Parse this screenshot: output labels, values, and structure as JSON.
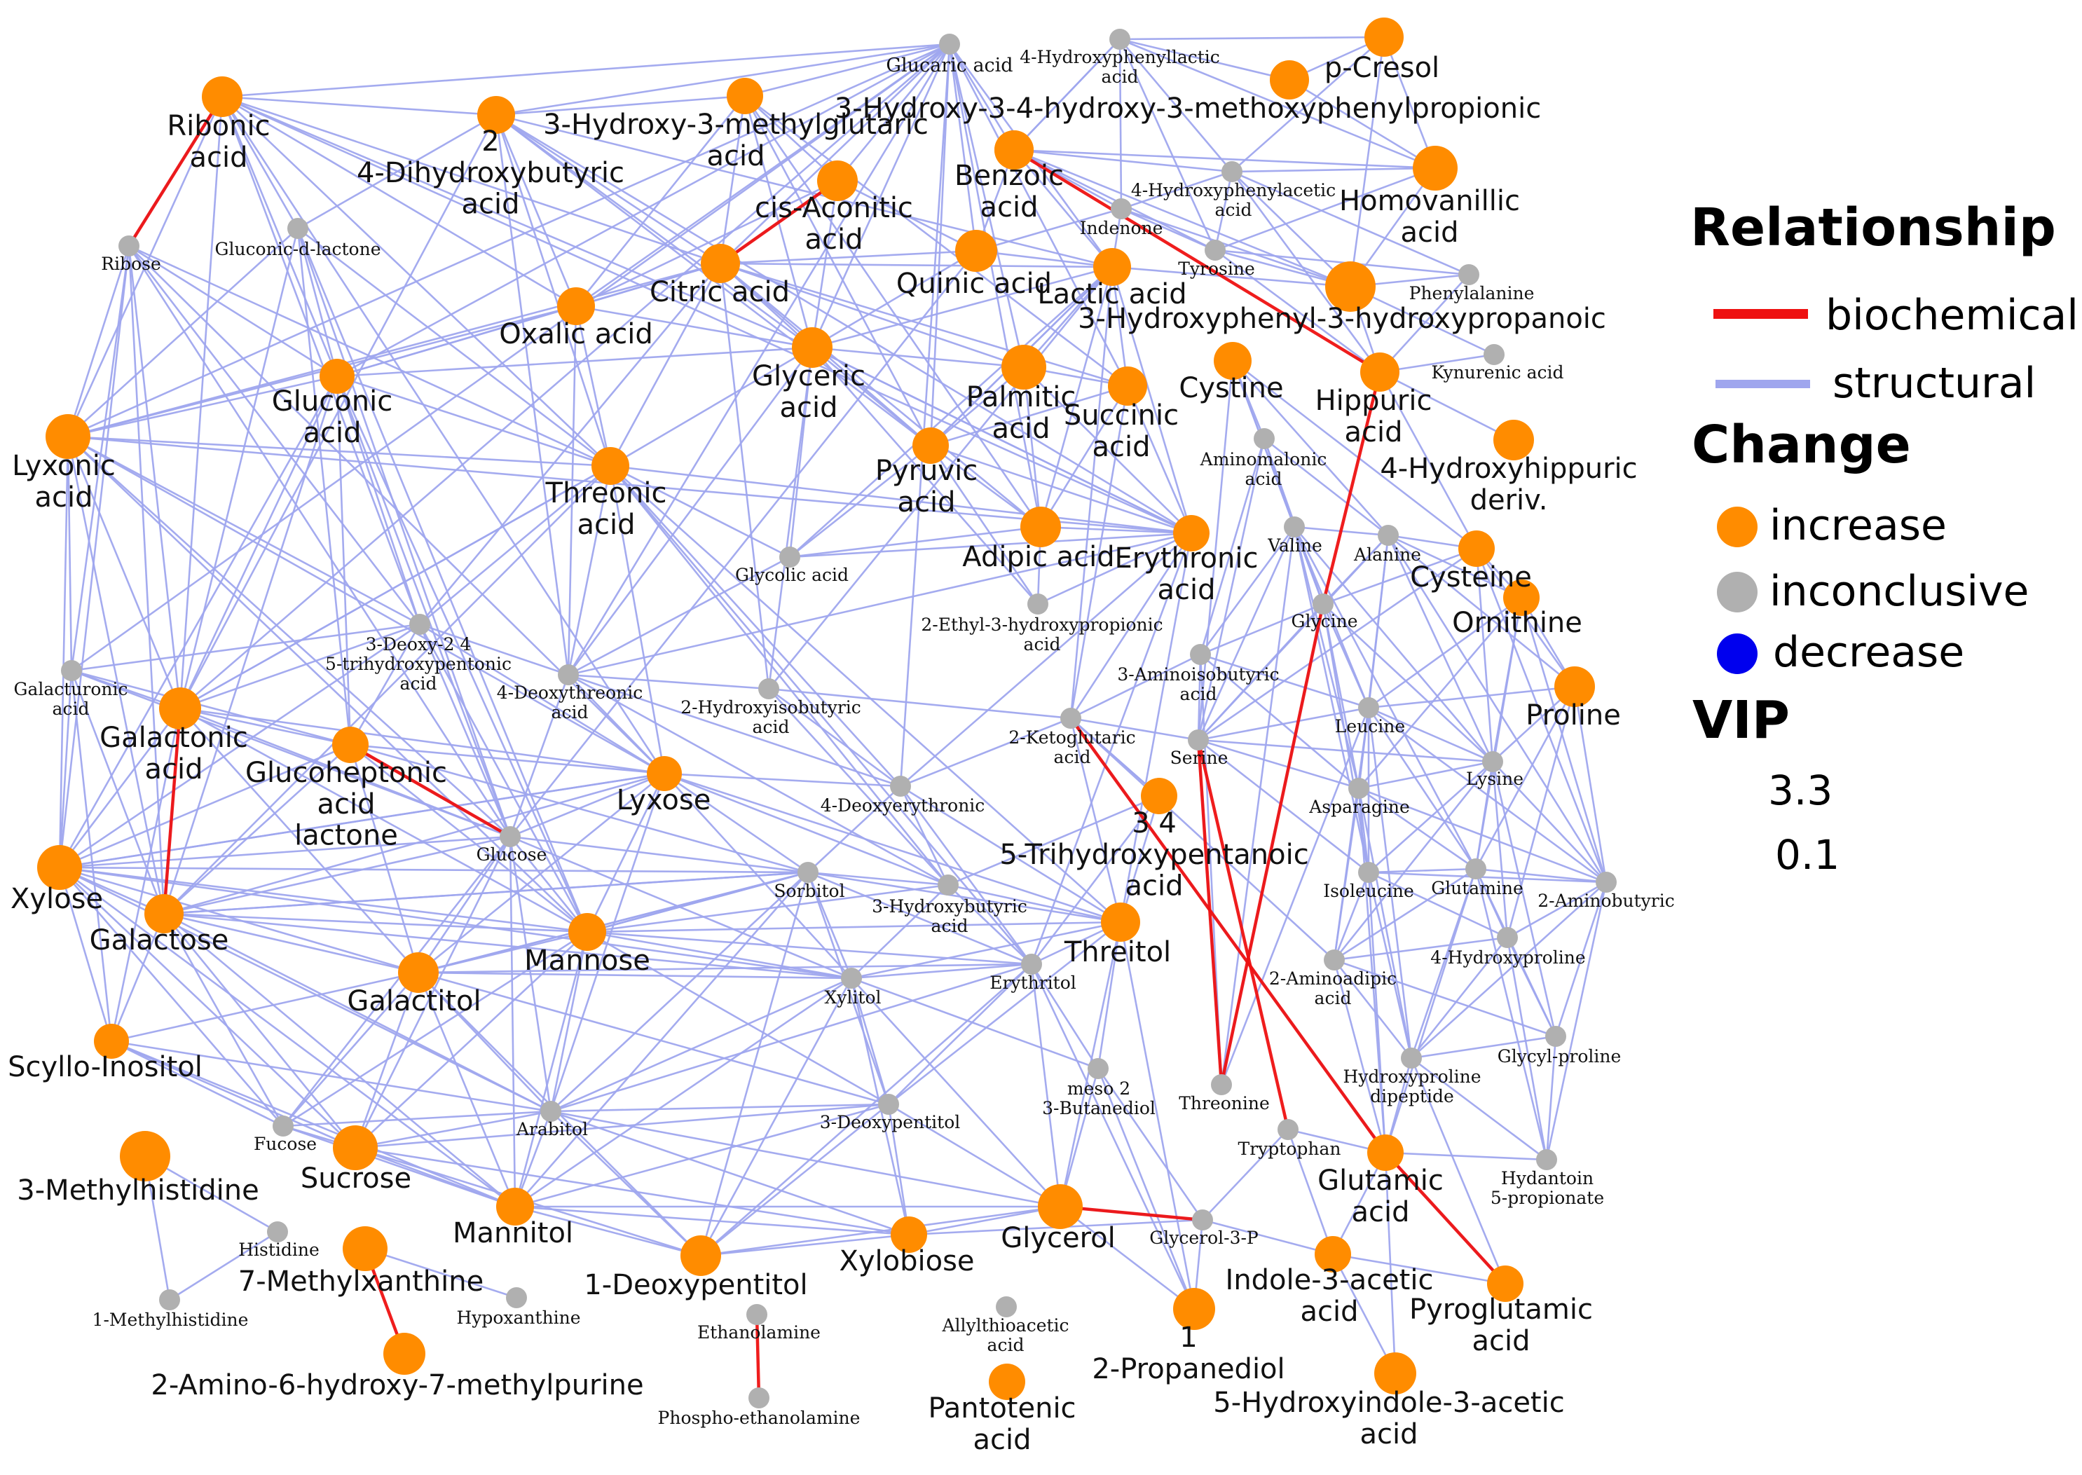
{
  "colors": {
    "structural": "#9fa6ee",
    "biochemical": "#ee1111",
    "increase": "#ff8c00",
    "inconclusive": "#b0b0b0",
    "decrease": "#0000ee"
  },
  "legend": {
    "relationship_title": "Relationship",
    "biochemical": "biochemical",
    "structural": "structural",
    "change_title": "Change",
    "increase": "increase",
    "inconclusive": "inconclusive",
    "decrease": "decrease",
    "vip_title": "VIP",
    "vip_max": "3.3",
    "vip_min": "0.1"
  },
  "nodes": [
    {
      "id": "ribonic",
      "lines": [
        "Ribonic",
        "acid"
      ],
      "status": "increase"
    },
    {
      "id": "dhb",
      "lines": [
        "2",
        "4-Dihydroxybutyric",
        "acid"
      ],
      "status": "increase"
    },
    {
      "id": "hmg",
      "lines": [
        "3-Hydroxy-3-methylglutaric",
        "acid"
      ],
      "status": "increase"
    },
    {
      "id": "glucaric",
      "lines": [
        "Glucaric acid"
      ],
      "status": "inconclusive"
    },
    {
      "id": "hpla",
      "lines": [
        "4-Hydroxyphenyllactic",
        "acid"
      ],
      "status": "inconclusive"
    },
    {
      "id": "pcresol",
      "lines": [
        "p-Cresol"
      ],
      "status": "increase"
    },
    {
      "id": "pcresol2",
      "lines": [],
      "status": "increase"
    },
    {
      "id": "hhmpp",
      "lines": [
        "3-Hydroxy-3-4-hydroxy-3-methoxyphenylpropionic"
      ],
      "status": "increase"
    },
    {
      "id": "benzoic",
      "lines": [
        "Benzoic",
        "acid"
      ],
      "status": "increase"
    },
    {
      "id": "hpaa",
      "lines": [
        "4-Hydroxyphenylacetic",
        "acid"
      ],
      "status": "inconclusive"
    },
    {
      "id": "homovanillic",
      "lines": [
        "Homovanillic",
        "acid"
      ],
      "status": "increase"
    },
    {
      "id": "indenone",
      "lines": [
        "Indenone"
      ],
      "status": "inconclusive"
    },
    {
      "id": "tyrosine",
      "lines": [
        "Tyrosine"
      ],
      "status": "inconclusive"
    },
    {
      "id": "hhpp",
      "lines": [
        "3-Hydroxyphenyl-3-hydroxypropanoic"
      ],
      "status": "increase"
    },
    {
      "id": "phenylalanine",
      "lines": [
        "Phenylalanine"
      ],
      "status": "inconclusive"
    },
    {
      "id": "ribose",
      "lines": [
        "Ribose"
      ],
      "status": "inconclusive"
    },
    {
      "id": "gdl",
      "lines": [
        "Gluconic-d-lactone"
      ],
      "status": "inconclusive"
    },
    {
      "id": "cisaconitic",
      "lines": [
        "cis-Aconitic",
        "acid"
      ],
      "status": "increase"
    },
    {
      "id": "citric",
      "lines": [
        "Citric acid"
      ],
      "status": "increase"
    },
    {
      "id": "quinic",
      "lines": [
        "Quinic acid"
      ],
      "status": "increase"
    },
    {
      "id": "lactic",
      "lines": [
        "Lactic acid"
      ],
      "status": "increase"
    },
    {
      "id": "oxalic",
      "lines": [
        "Oxalic acid"
      ],
      "status": "increase"
    },
    {
      "id": "kynurenic",
      "lines": [
        "Kynurenic acid"
      ],
      "status": "inconclusive"
    },
    {
      "id": "gluconic",
      "lines": [
        "Gluconic",
        "acid"
      ],
      "status": "increase"
    },
    {
      "id": "glyceric",
      "lines": [
        "Glyceric",
        "acid"
      ],
      "status": "increase"
    },
    {
      "id": "palmitic",
      "lines": [
        "Palmitic",
        "acid"
      ],
      "status": "increase"
    },
    {
      "id": "succinic",
      "lines": [
        "Succinic",
        "acid"
      ],
      "status": "increase"
    },
    {
      "id": "cystine",
      "lines": [
        "Cystine"
      ],
      "status": "increase"
    },
    {
      "id": "hippuric",
      "lines": [
        "Hippuric",
        "acid"
      ],
      "status": "increase"
    },
    {
      "id": "hhipp",
      "lines": [
        "4-Hydroxyhippuric",
        "deriv."
      ],
      "status": "increase"
    },
    {
      "id": "lyxonic",
      "lines": [
        "Lyxonic",
        "acid"
      ],
      "status": "increase"
    },
    {
      "id": "pyruvic",
      "lines": [
        "Pyruvic",
        "acid"
      ],
      "status": "increase"
    },
    {
      "id": "aminomalonic",
      "lines": [
        "Aminomalonic",
        "acid"
      ],
      "status": "inconclusive"
    },
    {
      "id": "threonic",
      "lines": [
        "Threonic",
        "acid"
      ],
      "status": "increase"
    },
    {
      "id": "adipic",
      "lines": [
        "Adipic acid"
      ],
      "status": "increase"
    },
    {
      "id": "erythronic",
      "lines": [
        "Erythronic",
        "acid"
      ],
      "status": "increase"
    },
    {
      "id": "valine",
      "lines": [
        "Valine"
      ],
      "status": "inconclusive"
    },
    {
      "id": "alanine",
      "lines": [
        "Alanine"
      ],
      "status": "inconclusive"
    },
    {
      "id": "cysteine",
      "lines": [
        "Cysteine"
      ],
      "status": "increase"
    },
    {
      "id": "ornithine",
      "lines": [
        "Ornithine"
      ],
      "status": "increase"
    },
    {
      "id": "glycolic",
      "lines": [
        "Glycolic acid"
      ],
      "status": "inconclusive"
    },
    {
      "id": "ethylhp",
      "lines": [
        "2-Ethyl-3-hydroxypropionic",
        "acid"
      ],
      "status": "inconclusive"
    },
    {
      "id": "glycine",
      "lines": [
        "Glycine"
      ],
      "status": "inconclusive"
    },
    {
      "id": "deoxytht",
      "lines": [
        "3-Deoxy-2 4",
        "5-trihydroxypentonic",
        "acid"
      ],
      "status": "inconclusive"
    },
    {
      "id": "galacturonic",
      "lines": [
        "Galacturonic",
        "acid"
      ],
      "status": "inconclusive"
    },
    {
      "id": "deoxythreonic",
      "lines": [
        "4-Deoxythreonic",
        "acid"
      ],
      "status": "inconclusive"
    },
    {
      "id": "hib",
      "lines": [
        "2-Hydroxyisobutyric",
        "acid"
      ],
      "status": "inconclusive"
    },
    {
      "id": "aminoisobutyric",
      "lines": [
        "3-Aminoisobutyric",
        "acid"
      ],
      "status": "inconclusive"
    },
    {
      "id": "proline",
      "lines": [
        "Proline"
      ],
      "status": "increase"
    },
    {
      "id": "galactonic",
      "lines": [
        "Galactonic",
        "acid"
      ],
      "status": "increase"
    },
    {
      "id": "glucoheptonic",
      "lines": [
        "Glucoheptonic",
        "acid",
        "lactone"
      ],
      "status": "increase"
    },
    {
      "id": "ketoglutaric",
      "lines": [
        "2-Ketoglutaric",
        "acid"
      ],
      "status": "inconclusive"
    },
    {
      "id": "serine",
      "lines": [
        "Serine"
      ],
      "status": "inconclusive"
    },
    {
      "id": "leucine",
      "lines": [
        "Leucine"
      ],
      "status": "inconclusive"
    },
    {
      "id": "lysine",
      "lines": [
        "Lysine"
      ],
      "status": "inconclusive"
    },
    {
      "id": "lyxose",
      "lines": [
        "Lyxose"
      ],
      "status": "increase"
    },
    {
      "id": "deoxyerythronic",
      "lines": [
        "4-Deoxyerythronic"
      ],
      "status": "inconclusive"
    },
    {
      "id": "asparagine",
      "lines": [
        "Asparagine"
      ],
      "status": "inconclusive"
    },
    {
      "id": "thpa",
      "lines": [
        "3 4",
        "5-Trihydroxypentanoic",
        "acid"
      ],
      "status": "increase"
    },
    {
      "id": "glucose",
      "lines": [
        "Glucose"
      ],
      "status": "inconclusive"
    },
    {
      "id": "xylose",
      "lines": [
        "Xylose"
      ],
      "status": "increase"
    },
    {
      "id": "sorbitol",
      "lines": [
        "Sorbitol"
      ],
      "status": "inconclusive"
    },
    {
      "id": "hba",
      "lines": [
        "3-Hydroxybutyric",
        "acid"
      ],
      "status": "inconclusive"
    },
    {
      "id": "isoleucine",
      "lines": [
        "Isoleucine"
      ],
      "status": "inconclusive"
    },
    {
      "id": "glutamine",
      "lines": [
        "Glutamine"
      ],
      "status": "inconclusive"
    },
    {
      "id": "aminobutyric",
      "lines": [
        "2-Aminobutyric"
      ],
      "status": "inconclusive"
    },
    {
      "id": "galactose",
      "lines": [
        "Galactose"
      ],
      "status": "increase"
    },
    {
      "id": "mannose",
      "lines": [
        "Mannose"
      ],
      "status": "increase"
    },
    {
      "id": "threitol",
      "lines": [
        "Threitol"
      ],
      "status": "increase"
    },
    {
      "id": "hydroxyproline",
      "lines": [
        "4-Hydroxyproline"
      ],
      "status": "inconclusive"
    },
    {
      "id": "galactitol",
      "lines": [
        "Galactitol"
      ],
      "status": "increase"
    },
    {
      "id": "xylitol",
      "lines": [
        "Xylitol"
      ],
      "status": "inconclusive"
    },
    {
      "id": "erythritol",
      "lines": [
        "Erythritol"
      ],
      "status": "inconclusive"
    },
    {
      "id": "aminoadipic",
      "lines": [
        "2-Aminoadipic",
        "acid"
      ],
      "status": "inconclusive"
    },
    {
      "id": "scyllo",
      "lines": [
        "Scyllo-Inositol"
      ],
      "status": "increase"
    },
    {
      "id": "glycylproline",
      "lines": [
        "Glycyl-proline"
      ],
      "status": "inconclusive"
    },
    {
      "id": "hpd",
      "lines": [
        "Hydroxyproline",
        "dipeptide"
      ],
      "status": "inconclusive"
    },
    {
      "id": "butanediol",
      "lines": [
        "meso 2",
        "3-Butanediol"
      ],
      "status": "inconclusive"
    },
    {
      "id": "threonine",
      "lines": [
        "Threonine"
      ],
      "status": "inconclusive"
    },
    {
      "id": "fucose",
      "lines": [
        "Fucose"
      ],
      "status": "inconclusive"
    },
    {
      "id": "arabitol",
      "lines": [
        "Arabitol"
      ],
      "status": "inconclusive"
    },
    {
      "id": "deoxypentitol3",
      "lines": [
        "3-Deoxypentitol"
      ],
      "status": "inconclusive"
    },
    {
      "id": "methylhistidine3",
      "lines": [
        "3-Methylhistidine"
      ],
      "status": "increase"
    },
    {
      "id": "sucrose",
      "lines": [
        "Sucrose"
      ],
      "status": "increase"
    },
    {
      "id": "tryptophan",
      "lines": [
        "Tryptophan"
      ],
      "status": "inconclusive"
    },
    {
      "id": "glutamic",
      "lines": [
        "Glutamic",
        "acid"
      ],
      "status": "increase"
    },
    {
      "id": "hydantoin",
      "lines": [
        "Hydantoin",
        "5-propionate"
      ],
      "status": "inconclusive"
    },
    {
      "id": "histidine",
      "lines": [
        "Histidine"
      ],
      "status": "inconclusive"
    },
    {
      "id": "methylxanthine",
      "lines": [
        "7-Methylxanthine"
      ],
      "status": "increase"
    },
    {
      "id": "mannitol",
      "lines": [
        "Mannitol"
      ],
      "status": "increase"
    },
    {
      "id": "glycerol",
      "lines": [
        "Glycerol"
      ],
      "status": "increase"
    },
    {
      "id": "glycerol3p",
      "lines": [
        "Glycerol-3-P"
      ],
      "status": "inconclusive"
    },
    {
      "id": "deoxypentitol1",
      "lines": [
        "1-Deoxypentitol"
      ],
      "status": "increase"
    },
    {
      "id": "xylobiose",
      "lines": [
        "Xylobiose"
      ],
      "status": "increase"
    },
    {
      "id": "indoleacetic",
      "lines": [
        "Indole-3-acetic",
        "acid"
      ],
      "status": "increase"
    },
    {
      "id": "hypoxanthine",
      "lines": [
        "Hypoxanthine"
      ],
      "status": "inconclusive"
    },
    {
      "id": "methylhistidine1",
      "lines": [
        "1-Methylhistidine"
      ],
      "status": "inconclusive"
    },
    {
      "id": "pyroglutamic",
      "lines": [
        "Pyroglutamic",
        "acid"
      ],
      "status": "increase"
    },
    {
      "id": "propanediol",
      "lines": [
        "1",
        "2-Propanediol"
      ],
      "status": "increase"
    },
    {
      "id": "allylthioacetic",
      "lines": [
        "Allylthioacetic",
        "acid"
      ],
      "status": "inconclusive"
    },
    {
      "id": "ethanolamine",
      "lines": [
        "Ethanolamine"
      ],
      "status": "inconclusive"
    },
    {
      "id": "amhmp",
      "lines": [
        "2-Amino-6-hydroxy-7-methylpurine"
      ],
      "status": "increase"
    },
    {
      "id": "hiaa",
      "lines": [
        "5-Hydroxyindole-3-acetic",
        "acid"
      ],
      "status": "increase"
    },
    {
      "id": "pantotenic",
      "lines": [
        "Pantotenic",
        "acid"
      ],
      "status": "increase"
    },
    {
      "id": "phosphoeth",
      "lines": [
        "Phospho-ethanolamine"
      ],
      "status": "inconclusive"
    }
  ]
}
